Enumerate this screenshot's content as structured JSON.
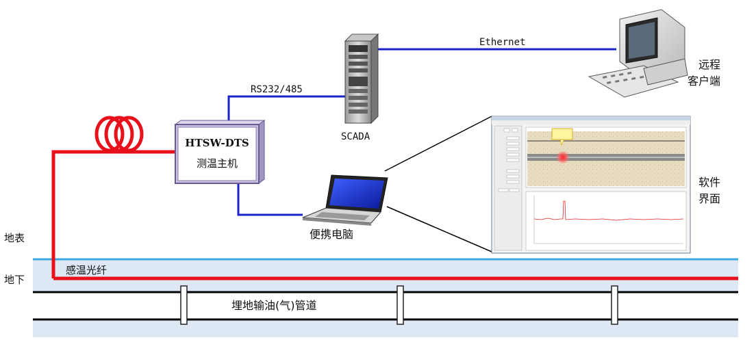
{
  "labels": {
    "ethernet": "Ethernet",
    "rs232": "RS232/485",
    "scada": "SCADA",
    "remote_line1": "远程",
    "remote_line2": "客户端",
    "host_line1": "HTSW-DTS",
    "host_line2": "测温主机",
    "laptop": "便携电脑",
    "software_line1": "软件",
    "software_line2": "界面",
    "surface": "地表",
    "underground": "地下",
    "fiber": "感温光纤",
    "pipeline": "埋地输油(气)管道"
  },
  "colors": {
    "fiber": "#e8101a",
    "network": "#1a22c8",
    "ground_surface": "#3aa8dc",
    "ground_fill": "#dde8f4",
    "host_box": "#c9c0e0"
  }
}
